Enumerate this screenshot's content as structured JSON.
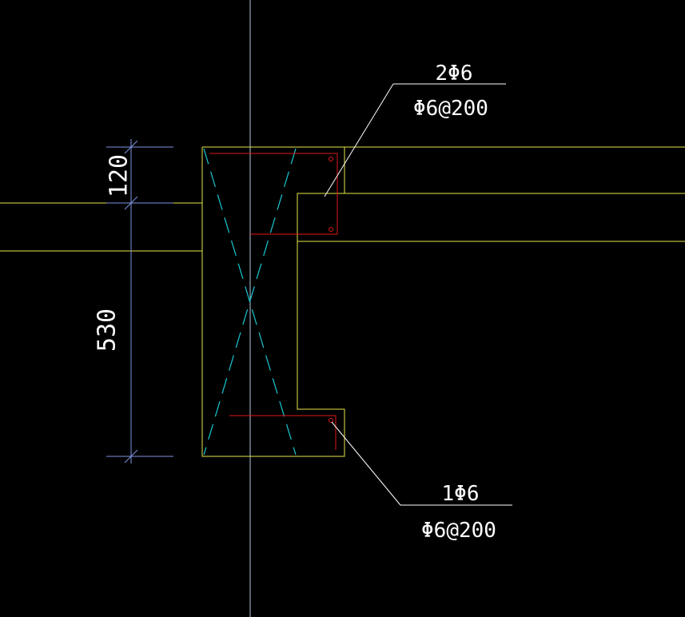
{
  "dimensions": {
    "top_label": "120",
    "bottom_label": "530"
  },
  "callouts": {
    "upper": {
      "line1": "2Φ6",
      "line2": "Φ6@200"
    },
    "lower": {
      "line1": "1Φ6",
      "line2": "Φ6@200"
    }
  },
  "colors": {
    "background": "#000000",
    "outline": "#e6e64c",
    "rebar": "#e01818",
    "diagonal": "#19c8d2",
    "dimension": "#7f95e0",
    "centerline": "#b4c8e0",
    "leader": "#ffffff",
    "text": "#ffffff"
  }
}
